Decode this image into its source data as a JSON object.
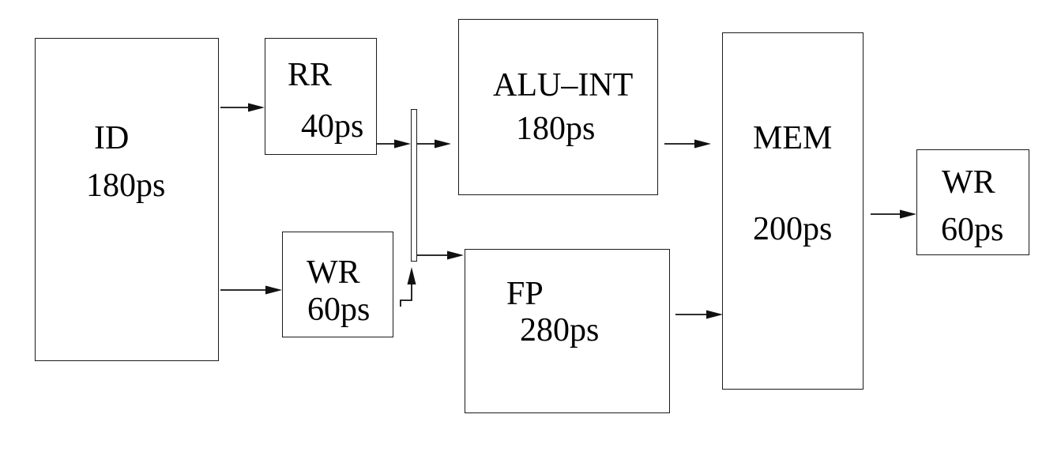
{
  "diagram": {
    "colors": {
      "line": "#000000",
      "background": "#ffffff"
    },
    "stages": {
      "id": {
        "label": "ID",
        "time": "180ps"
      },
      "rr": {
        "label": "RR",
        "time": "40ps"
      },
      "wr_mid": {
        "label": "WR",
        "time": "60ps"
      },
      "alu_int": {
        "label": "ALU–INT",
        "time": "180ps"
      },
      "fp": {
        "label": "FP",
        "time": "280ps"
      },
      "mem": {
        "label": "MEM",
        "time": "200ps"
      },
      "wr_end": {
        "label": "WR",
        "time": "60ps"
      }
    }
  }
}
